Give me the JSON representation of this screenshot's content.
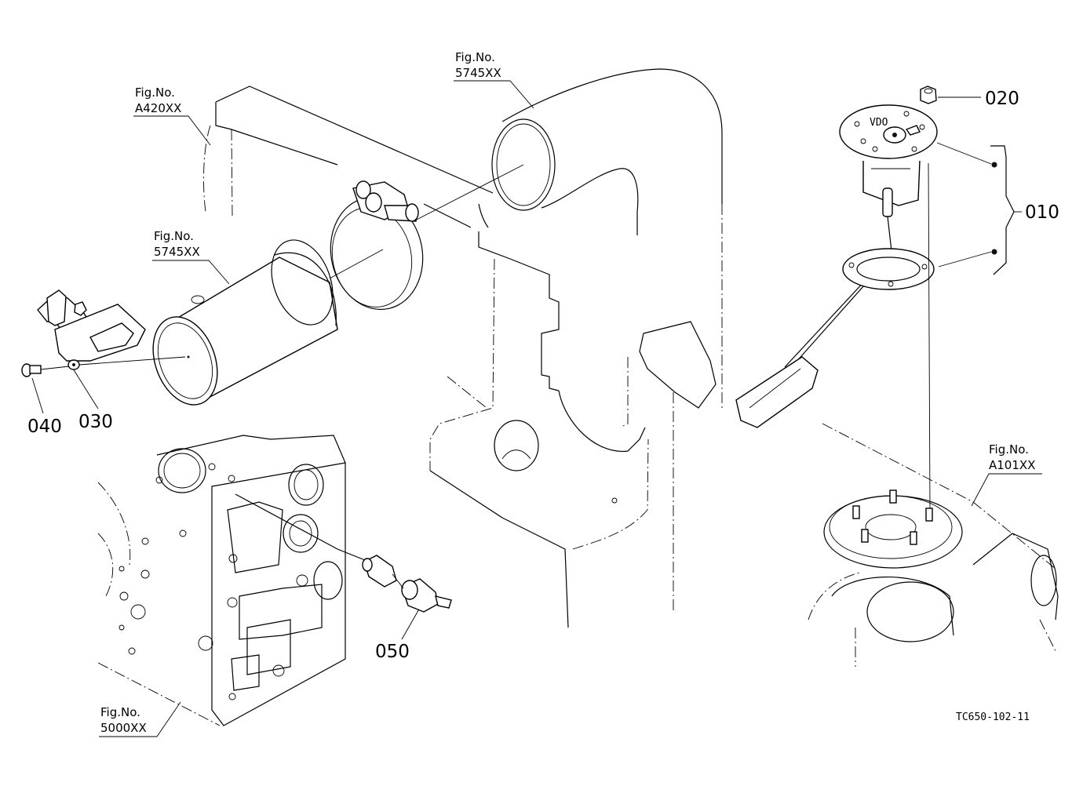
{
  "figure_refs": [
    {
      "label": "Fig.No.",
      "code": "5745XX"
    },
    {
      "label": "Fig.No.",
      "code": "A420XX"
    },
    {
      "label": "Fig.No.",
      "code": "5745XX"
    },
    {
      "label": "Fig.No.",
      "code": "A101XX"
    },
    {
      "label": "Fig.No.",
      "code": "5000XX"
    }
  ],
  "part_numbers": [
    "010",
    "020",
    "030",
    "040",
    "050"
  ],
  "drawing_code": "TC650-102-11"
}
